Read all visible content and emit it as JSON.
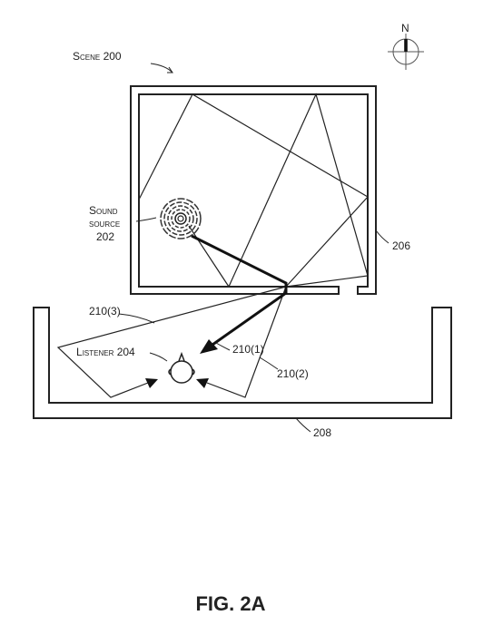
{
  "scene": {
    "label_prefix": "S",
    "label_rest": "cene 200"
  },
  "compass": {
    "label": "N",
    "icon": "compass-icon"
  },
  "sound_source": {
    "line1": "Sound",
    "line2": "source",
    "line3": "202",
    "icon": "concentric-circles-icon"
  },
  "room_label": "206",
  "corridor_label": "208",
  "listener": {
    "label_prefix": "L",
    "label_rest": "istener 204",
    "icon": "head-icon"
  },
  "paths": {
    "p1": "210(1)",
    "p2": "210(2)",
    "p3": "210(3)"
  },
  "figure": "FIG. 2A"
}
